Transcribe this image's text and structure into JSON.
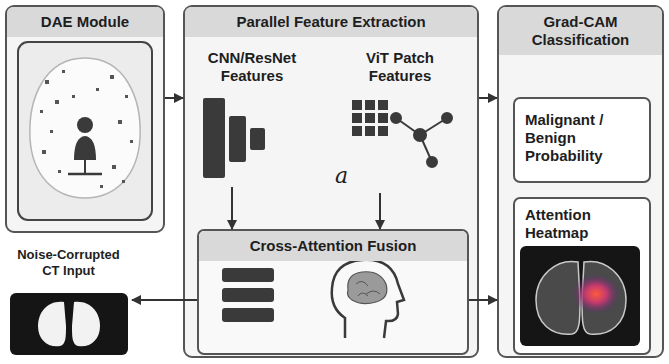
{
  "diagram": {
    "nodes": [
      {
        "text": [
          "DAE Module"
        ]
      },
      {
        "text": [
          "Parallel Feature Extraction"
        ]
      },
      {
        "text": [
          "CNN/ResNet Features"
        ],
        "in": 1
      },
      {
        "text": [
          "ViT Patch Features",
          "a"
        ],
        "in": 1
      },
      {
        "text": [
          "Cross-Attention Fusion"
        ],
        "in": 1
      },
      {
        "text": [
          "Grad-CAM Classification"
        ]
      },
      {
        "text": [
          "Malignant / Benign Probability"
        ],
        "in": 5
      },
      {
        "text": [
          "Attention Heatmap"
        ],
        "in": 5
      },
      {
        "text": [
          "Noise-Corrupted CT Input"
        ]
      }
    ],
    "edges": [
      {
        "from": 0,
        "to": 1,
        "arrow": "to"
      },
      {
        "from": 1,
        "to": 5,
        "arrow": "to"
      },
      {
        "from": 2,
        "to": 4,
        "arrow": "to"
      },
      {
        "from": 3,
        "to": 4,
        "arrow": "to"
      },
      {
        "from": 4,
        "to": 5,
        "arrow": "to"
      },
      {
        "from": 4,
        "to": 8,
        "arrow": "to"
      }
    ]
  }
}
